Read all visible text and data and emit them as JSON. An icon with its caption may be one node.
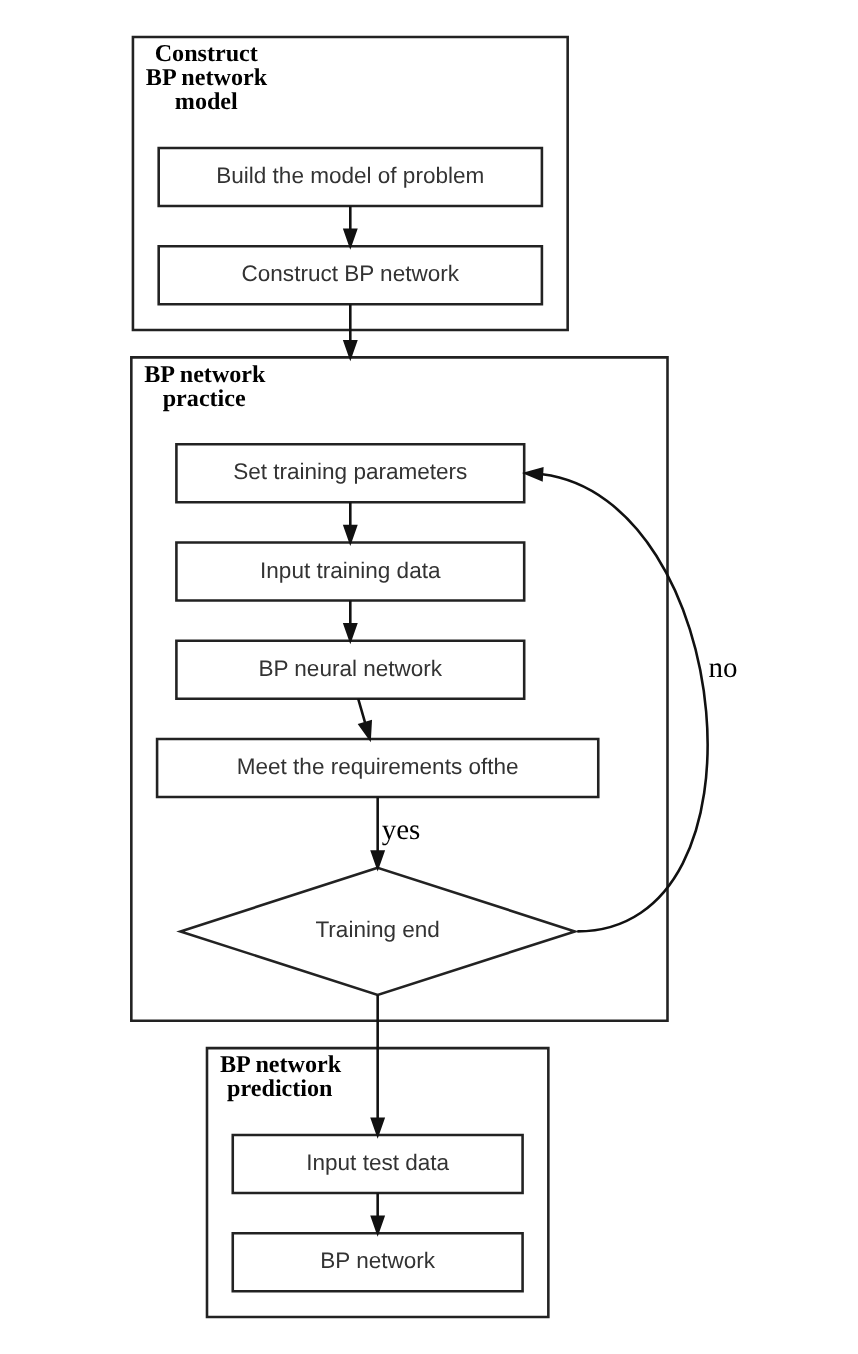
{
  "diagram": {
    "nodes": [
      {
        "text": [
          "Construct BP network model"
        ]
      },
      {
        "text": [
          "Build the model of problem"
        ],
        "in": 0
      },
      {
        "text": [
          "Construct BP network"
        ],
        "in": 0
      },
      {
        "text": [
          "BP network practice"
        ]
      },
      {
        "text": [
          "Set training parameters"
        ],
        "in": 3
      },
      {
        "text": [
          "Input training data"
        ],
        "in": 3
      },
      {
        "text": [
          "BP neural network"
        ],
        "in": 3
      },
      {
        "text": [
          "Meet the requirements ofthe"
        ],
        "in": 3
      },
      {
        "text": [
          "Training end"
        ],
        "in": 3
      },
      {
        "text": [
          "BP network prediction"
        ]
      },
      {
        "text": [
          "Input test data"
        ],
        "in": 9
      },
      {
        "text": [
          "BP network"
        ],
        "in": 9
      }
    ],
    "edges": [
      {
        "from": 1,
        "to": 2,
        "arrow": "to"
      },
      {
        "from": 2,
        "to": 3,
        "arrow": "to"
      },
      {
        "from": 4,
        "to": 5,
        "arrow": "to"
      },
      {
        "from": 5,
        "to": 6,
        "arrow": "to"
      },
      {
        "from": 6,
        "to": 7,
        "arrow": "to"
      },
      {
        "from": 7,
        "to": 8,
        "arrow": "to",
        "label": "yes"
      },
      {
        "from": 8,
        "to": 4,
        "arrow": "to",
        "label": "no"
      },
      {
        "from": 8,
        "to": 10,
        "arrow": "to"
      },
      {
        "from": 10,
        "to": 11,
        "arrow": "to"
      }
    ]
  }
}
